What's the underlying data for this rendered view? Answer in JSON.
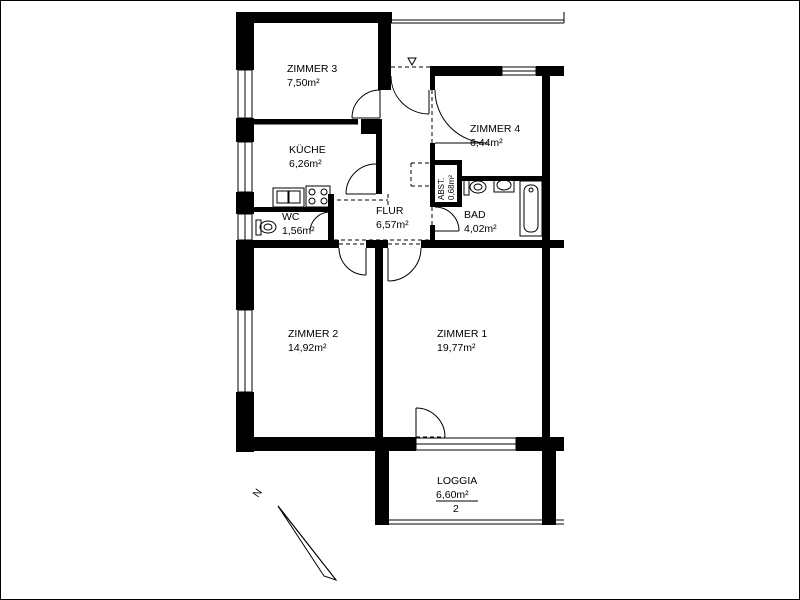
{
  "rooms": {
    "zimmer3": {
      "name": "ZIMMER 3",
      "area": "7,50m²"
    },
    "kueche": {
      "name": "KÜCHE",
      "area": "6,26m²"
    },
    "wc": {
      "name": "WC",
      "area": "1,56m²"
    },
    "flur": {
      "name": "FLUR",
      "area": "6,57m²"
    },
    "zimmer4": {
      "name": "ZIMMER 4",
      "area": "6,44m²"
    },
    "abst": {
      "name": "ABST.",
      "area": "0,68m²"
    },
    "bad": {
      "name": "BAD",
      "area": "4,02m²"
    },
    "zimmer2": {
      "name": "ZIMMER 2",
      "area": "14,92m²"
    },
    "zimmer1": {
      "name": "ZIMMER 1",
      "area": "19,77m²"
    },
    "loggia": {
      "name": "LOGGIA",
      "area": "6,60m²",
      "number": "2"
    }
  },
  "compass": {
    "label": "N"
  }
}
